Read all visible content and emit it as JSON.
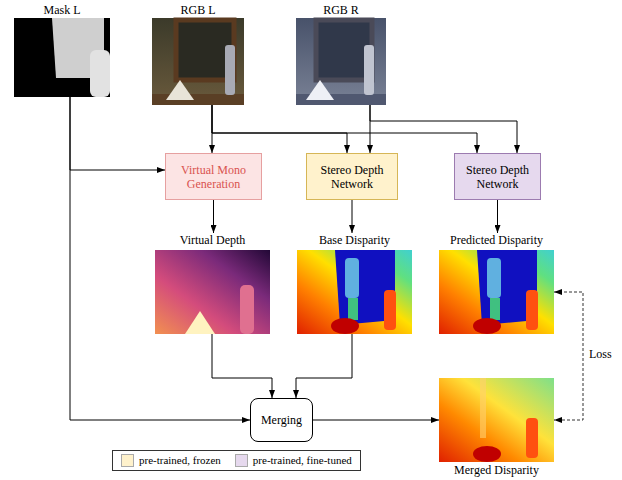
{
  "diagram": {
    "nodes": [
      {
        "text": [
          "Mask L"
        ]
      },
      {
        "text": [
          "RGB L"
        ]
      },
      {
        "text": [
          "RGB R"
        ]
      },
      {
        "text": [
          "Virtual Mono Generation"
        ]
      },
      {
        "text": [
          "Stereo Depth Network"
        ]
      },
      {
        "text": [
          "Stereo Depth Network"
        ]
      },
      {
        "text": [
          "Virtual Depth"
        ]
      },
      {
        "text": [
          "Base Disparity"
        ]
      },
      {
        "text": [
          "Predicted Disparity"
        ]
      },
      {
        "text": [
          "Merging"
        ]
      },
      {
        "text": [
          "Merged Disparity"
        ]
      }
    ],
    "edges": [
      {
        "from": 0,
        "to": 3,
        "arrow": "to"
      },
      {
        "from": 0,
        "to": 9,
        "arrow": "to"
      },
      {
        "from": 1,
        "to": 3,
        "arrow": "to"
      },
      {
        "from": 1,
        "to": 4,
        "arrow": "to"
      },
      {
        "from": 1,
        "to": 5,
        "arrow": "to"
      },
      {
        "from": 2,
        "to": 4,
        "arrow": "to"
      },
      {
        "from": 2,
        "to": 5,
        "arrow": "to"
      },
      {
        "from": 3,
        "to": 6,
        "arrow": "to"
      },
      {
        "from": 4,
        "to": 7,
        "arrow": "to"
      },
      {
        "from": 5,
        "to": 8,
        "arrow": "to"
      },
      {
        "from": 6,
        "to": 9,
        "arrow": "to"
      },
      {
        "from": 7,
        "to": 9,
        "arrow": "to"
      },
      {
        "from": 9,
        "to": 10,
        "arrow": "to"
      },
      {
        "from": 8,
        "to": 10,
        "label": "Loss",
        "arrow": "both"
      }
    ],
    "legend": [
      {
        "text": "pre-trained, frozen",
        "color": "#fff2cc"
      },
      {
        "text": "pre-trained, fine-tuned",
        "color": "#e6d9ee"
      }
    ]
  }
}
